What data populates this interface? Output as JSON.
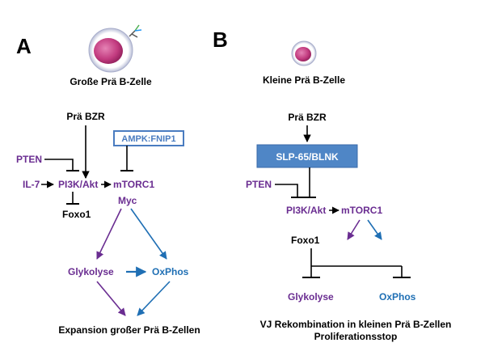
{
  "colors": {
    "purple": "#6a2d91",
    "blue": "#1f6fb4",
    "black": "#000000",
    "box_blue": "#4a7cc0",
    "box_fill": "#4f86c6",
    "cell_pink": "#c23b7f"
  },
  "panel_a": {
    "letter": "A",
    "cell_label": "Große Prä B-Zelle",
    "receptor": "Prä BZR",
    "pten": "PTEN",
    "ampk": "AMPK:FNIP1",
    "il7": "IL-7",
    "pi3k": "PI3K/Akt",
    "mtorc1": "mTORC1",
    "myc": "Myc",
    "foxo1": "Foxo1",
    "glykolyse": "Glykolyse",
    "oxphos": "OxPhos",
    "result": "Expansion großer Prä B-Zellen"
  },
  "panel_b": {
    "letter": "B",
    "cell_label": "Kleine Prä B-Zelle",
    "receptor": "Prä BZR",
    "slp": "SLP-65/BLNK",
    "pten": "PTEN",
    "pi3k": "PI3K/Akt",
    "mtorc1": "mTORC1",
    "foxo1": "Foxo1",
    "glykolyse": "Glykolyse",
    "oxphos": "OxPhos",
    "result_line1": "VJ Rekombination in kleinen Prä B-Zellen",
    "result_line2": "Proliferationsstop"
  }
}
